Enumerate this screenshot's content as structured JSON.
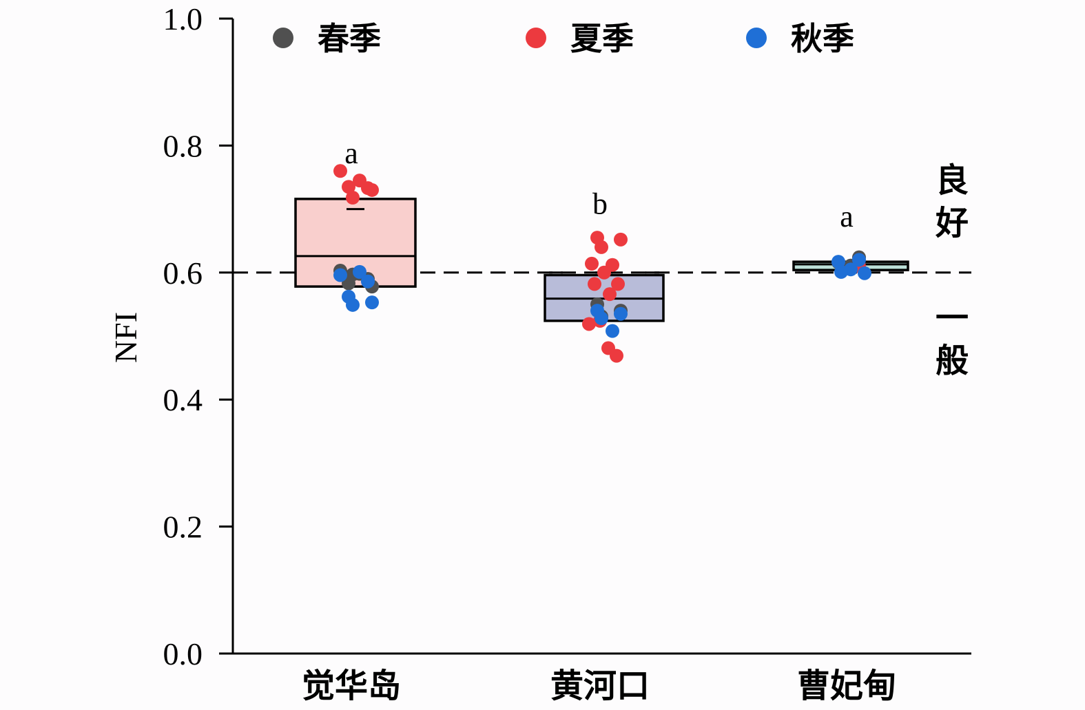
{
  "chart_data": {
    "type": "box",
    "title": "",
    "xlabel": "",
    "ylabel": "NFI",
    "ylim": [
      0,
      1.0
    ],
    "yticks": [
      "0.0",
      "0.2",
      "0.4",
      "0.6",
      "0.8",
      "1.0"
    ],
    "categories": [
      "觉华岛",
      "黄河口",
      "曹妃甸"
    ],
    "legend": {
      "placement": "top",
      "items": [
        {
          "name": "春季",
          "color": "#505050"
        },
        {
          "name": "夏季",
          "color": "#ec3a3f"
        },
        {
          "name": "秋季",
          "color": "#1f6fd6"
        }
      ]
    },
    "threshold": {
      "value": 0.6,
      "label_above": "良好",
      "label_below": "一般",
      "style": "dashed"
    },
    "boxes": [
      {
        "category": "觉华岛",
        "q1": 0.578,
        "median": 0.626,
        "q3": 0.716,
        "whisker_high": 0.7,
        "fill": "#f9cfcd",
        "letter": "a"
      },
      {
        "category": "黄河口",
        "q1": 0.524,
        "median": 0.559,
        "q3": 0.596,
        "whisker_high": 0.6,
        "fill": "#b8bcd9",
        "letter": "b"
      },
      {
        "category": "曹妃甸",
        "q1": 0.604,
        "median": 0.613,
        "q3": 0.617,
        "whisker_high": 0.617,
        "fill": "#bde0d8",
        "letter": "a"
      }
    ],
    "points": [
      {
        "category": "觉华岛",
        "season": "夏季",
        "values": [
          0.76,
          0.745,
          0.733,
          0.735,
          0.73,
          0.718
        ]
      },
      {
        "category": "觉华岛",
        "season": "春季",
        "values": [
          0.603,
          0.598,
          0.59,
          0.583,
          0.578,
          0.597
        ]
      },
      {
        "category": "觉华岛",
        "season": "秋季",
        "values": [
          0.596,
          0.601,
          0.586,
          0.562,
          0.553,
          0.549
        ]
      },
      {
        "category": "黄河口",
        "season": "夏季",
        "values": [
          0.655,
          0.652,
          0.64,
          0.612,
          0.614,
          0.6,
          0.582,
          0.582,
          0.566,
          0.524,
          0.519,
          0.481,
          0.469
        ]
      },
      {
        "category": "黄河口",
        "season": "春季",
        "values": [
          0.55,
          0.54,
          0.531
        ]
      },
      {
        "category": "黄河口",
        "season": "秋季",
        "values": [
          0.54,
          0.535,
          0.528,
          0.508
        ]
      },
      {
        "category": "曹妃甸",
        "season": "春季",
        "values": [
          0.624,
          0.616,
          0.611
        ]
      },
      {
        "category": "曹妃甸",
        "season": "夏季",
        "values": [
          0.61
        ]
      },
      {
        "category": "曹妃甸",
        "season": "秋季",
        "values": [
          0.62,
          0.617,
          0.605,
          0.599,
          0.601
        ]
      }
    ]
  }
}
